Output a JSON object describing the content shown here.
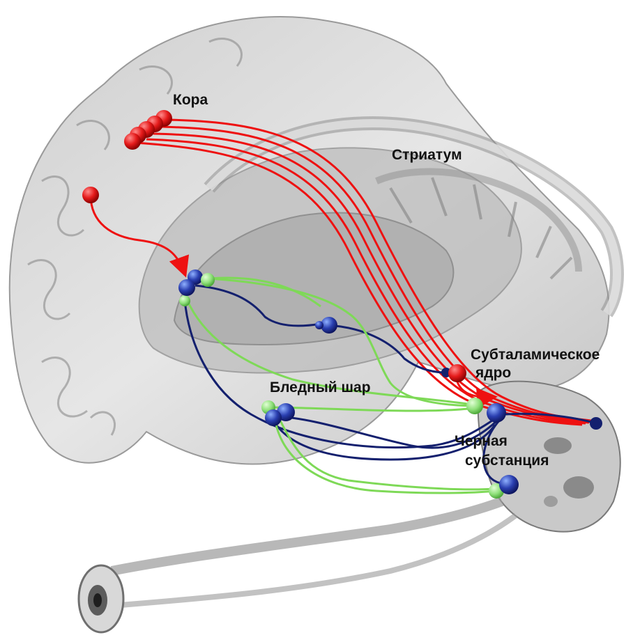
{
  "labels": {
    "cortex": "Кора",
    "striatum": "Стриатум",
    "subthalamic_line1": "Субталамическое",
    "subthalamic_line2": "ядро",
    "globus_pallidus": "Бледный шар",
    "substantia_nigra_line1": "Черная",
    "substantia_nigra_line2": "субстанция"
  },
  "colors": {
    "cortex_pathway": "#ee1111",
    "inhibitory_pathway": "#14206e",
    "excitatory_pathway": "#7ed957",
    "neuron_blue": "#2a3fb0",
    "neuron_green": "#8fe07a",
    "neuron_red": "#e51b1b",
    "brain_tissue": "#d9d9d9"
  },
  "icons": [
    "brain-illustration",
    "eye-icon"
  ]
}
